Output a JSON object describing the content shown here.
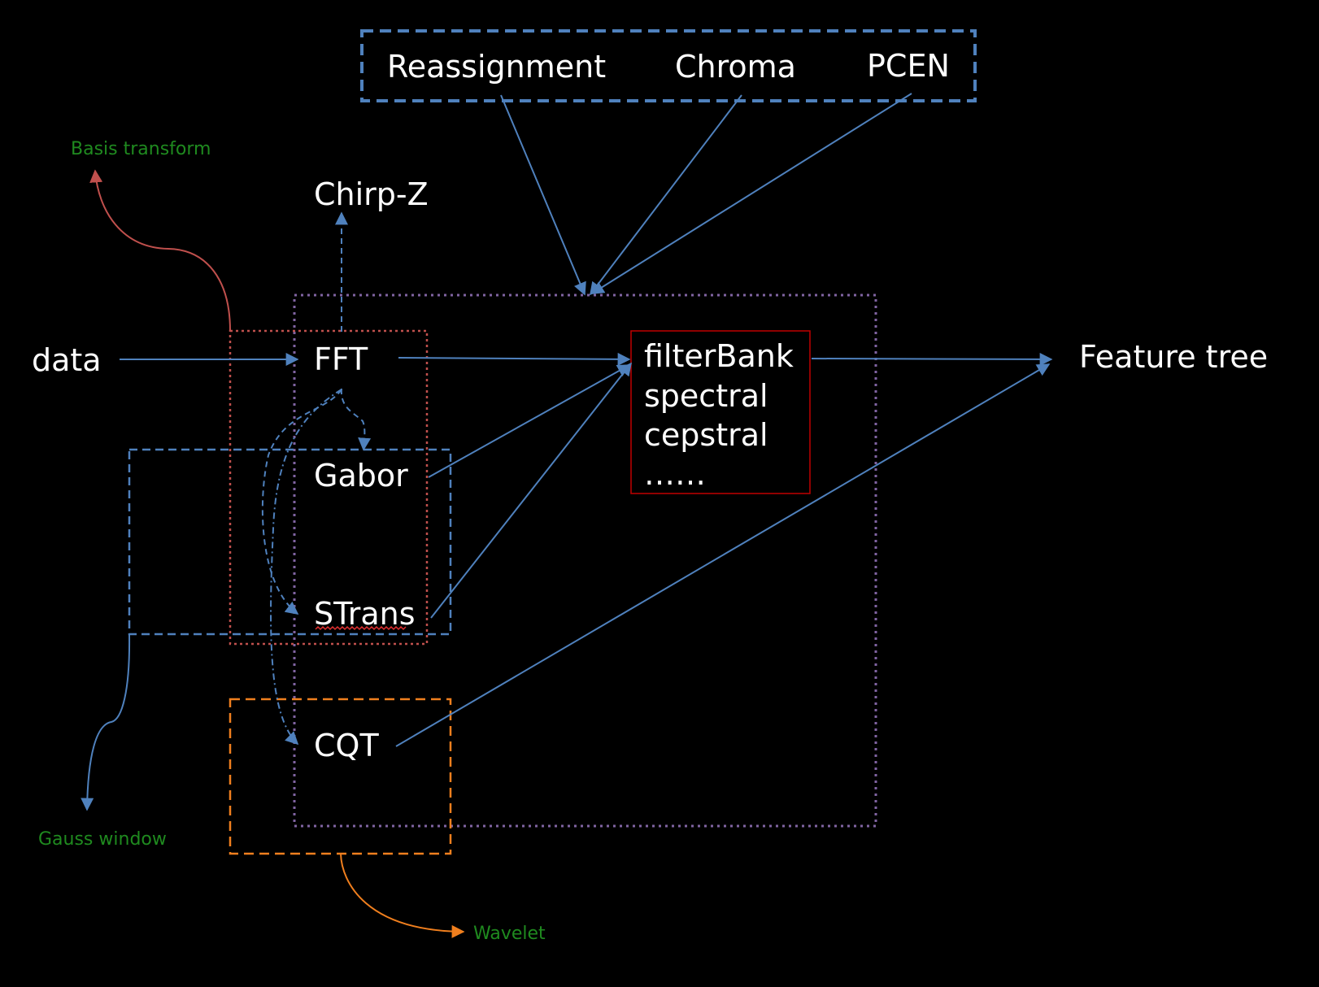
{
  "nodes": {
    "data": "data",
    "fft": "FFT",
    "chirp_z": "Chirp-Z",
    "gabor": "Gabor",
    "strans": "STrans",
    "cqt": "CQT",
    "feature_tree": "Feature tree"
  },
  "features_box": {
    "lines": [
      "filterBank",
      "spectral",
      "cepstral",
      "……"
    ]
  },
  "post_processing": {
    "items": [
      "Reassignment",
      "Chroma",
      "PCEN"
    ]
  },
  "annotations": {
    "basis_transform": "Basis transform",
    "gauss_window": "Gauss window",
    "wavelet": "Wavelet"
  },
  "colors": {
    "background": "#000000",
    "text": "#ffffff",
    "arrow": "#4f81bd",
    "annotation_text": "#1f8a1f",
    "basis_transform_group": "#c0504d",
    "gauss_window_group": "#4f81bd",
    "wavelet_group": "#f07f1e",
    "core_group": "#8064a2",
    "post_processing_group": "#4f81bd",
    "features_box_border": "#c00000",
    "spell_underline": "#e03030"
  }
}
